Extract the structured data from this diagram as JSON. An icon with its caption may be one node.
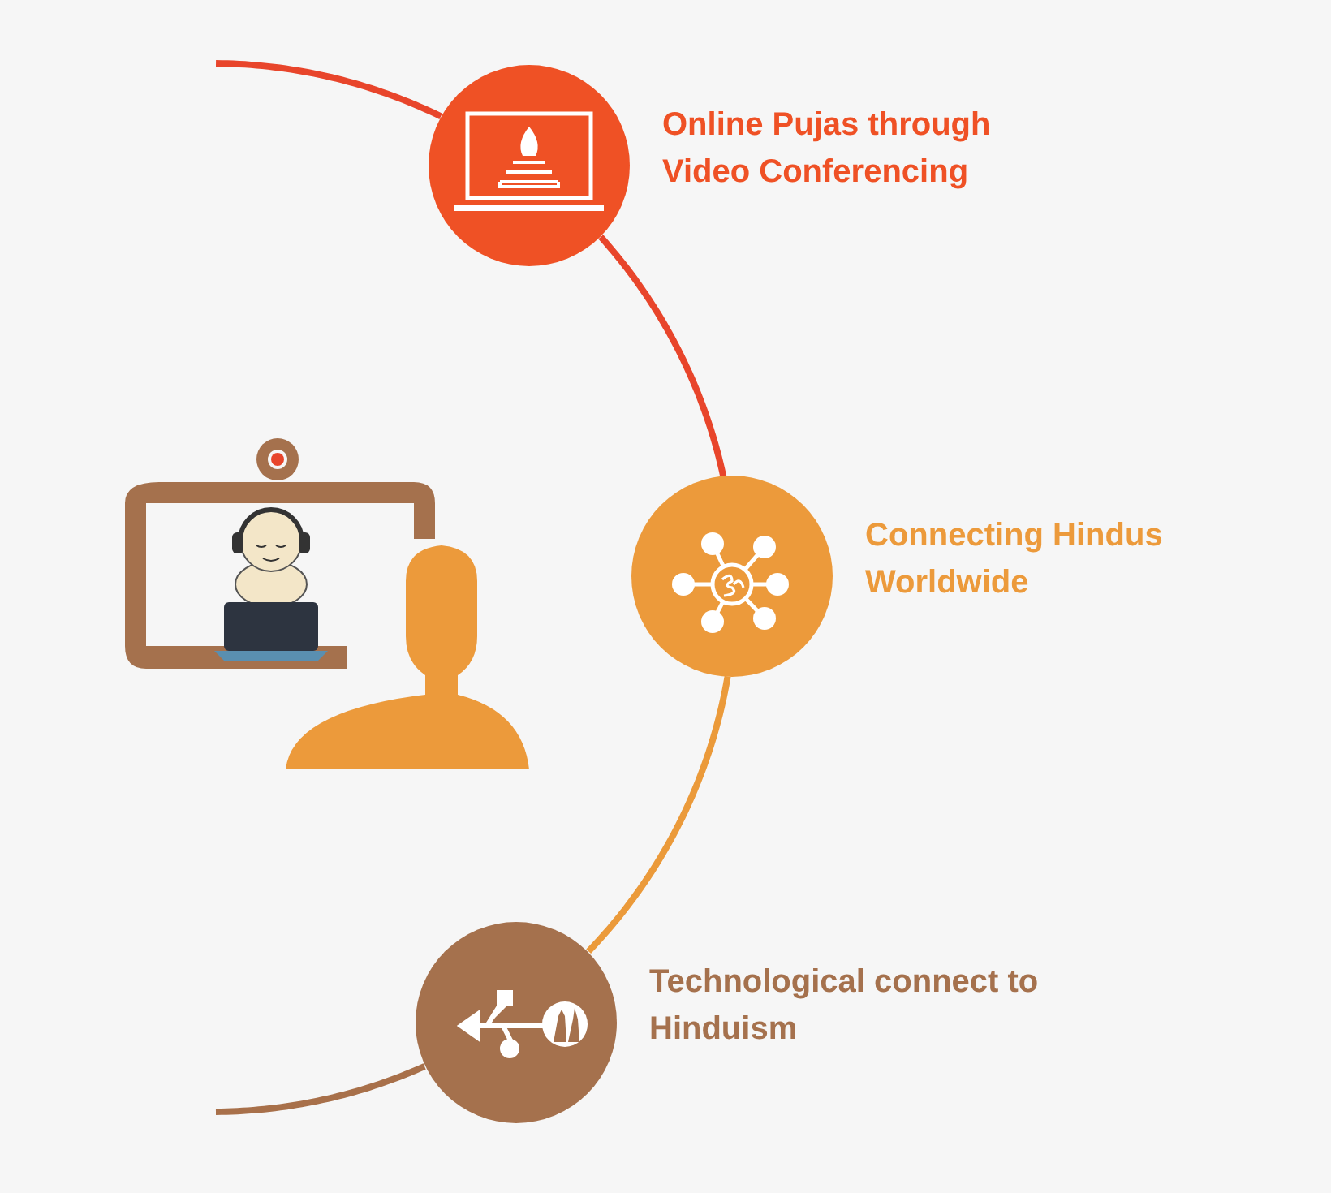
{
  "diagram": {
    "nodes": [
      {
        "text": [
          "Online Pujas through Video Conferencing"
        ]
      },
      {
        "text": [
          "Connecting Hindus Worldwide"
        ]
      },
      {
        "text": [
          "Technological connect to Hinduism"
        ]
      }
    ],
    "edges": [
      {
        "from": null,
        "to": 0,
        "arrow": "none",
        "color": "#e8452b"
      },
      {
        "from": 0,
        "to": 1,
        "arrow": "none",
        "color": "#e8452b"
      },
      {
        "from": 1,
        "to": 2,
        "arrow": "none",
        "color": "#eb9a3a"
      },
      {
        "from": 2,
        "to": null,
        "arrow": "none",
        "color": "#a8704a"
      }
    ]
  }
}
